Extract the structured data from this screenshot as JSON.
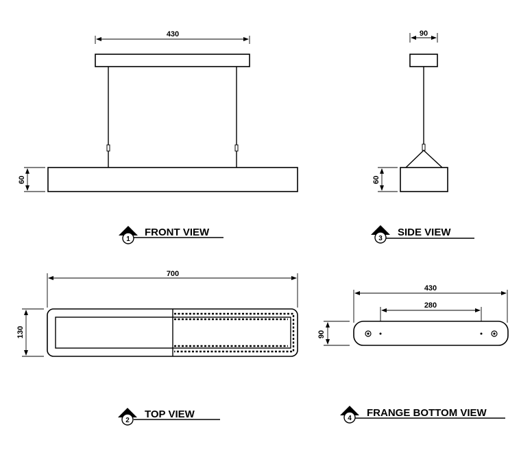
{
  "views": {
    "front": {
      "title": "FRONT VIEW",
      "number": "1",
      "dim_width": "430",
      "dim_height": "60"
    },
    "side": {
      "title": "SIDE VIEW",
      "number": "3",
      "dim_width": "90",
      "dim_height": "60"
    },
    "top": {
      "title": "TOP VIEW",
      "number": "2",
      "dim_width": "700",
      "dim_height": "130"
    },
    "flange": {
      "title": "FRANGE BOTTOM VIEW",
      "number": "4",
      "dim_width": "430",
      "dim_inner": "280",
      "dim_height": "90"
    }
  }
}
